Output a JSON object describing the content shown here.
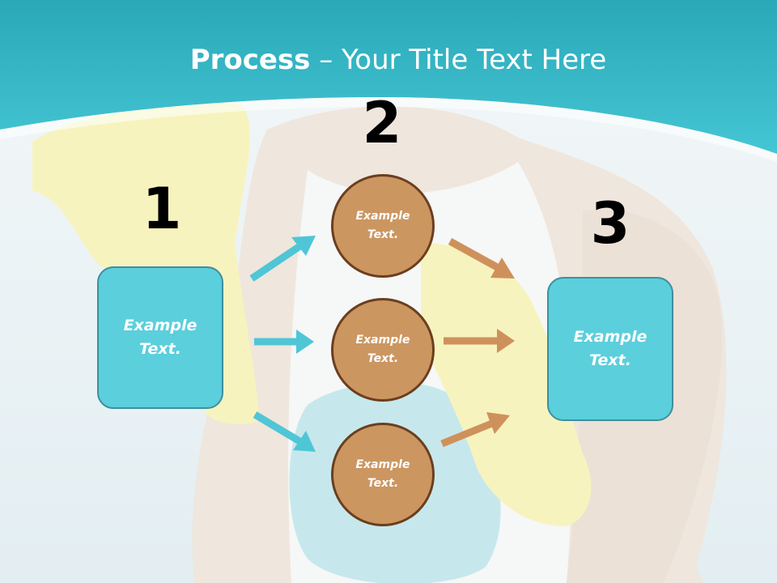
{
  "title": {
    "bold": "Process",
    "rest": " – Your Title Text Here"
  },
  "steps": {
    "one": "1",
    "two": "2",
    "three": "3"
  },
  "boxes": {
    "left": "Example Text.",
    "right": "Example Text."
  },
  "circles": {
    "top": "Example Text.",
    "middle": "Example Text.",
    "bottom": "Example Text."
  },
  "colors": {
    "header": "#2fbccd",
    "box_fill": "#5bcfdc",
    "circle_fill": "#cc9661",
    "circle_border": "#6b3e1e",
    "arrow_blue": "#4fc6d6",
    "arrow_brown": "#cf915b"
  }
}
